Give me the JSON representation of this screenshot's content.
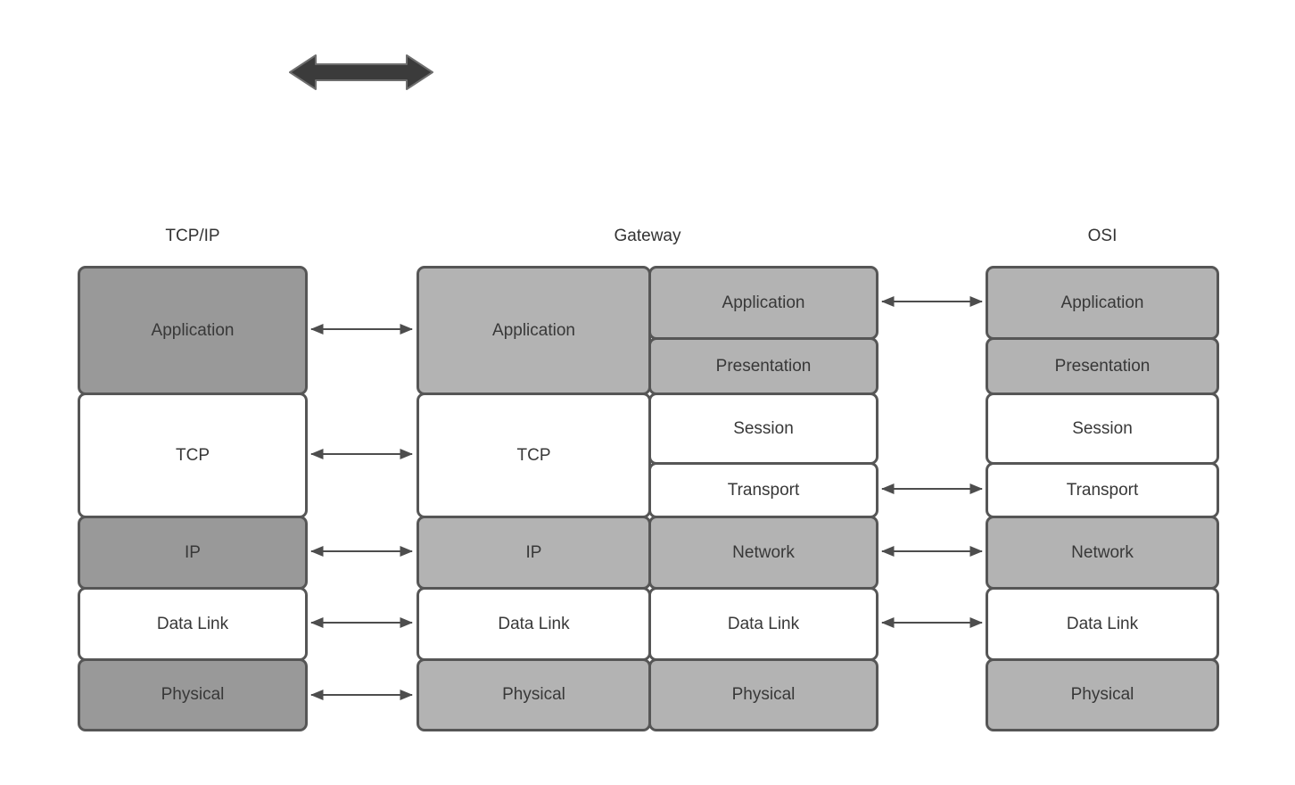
{
  "headers": {
    "tcpip": "TCP/IP",
    "gateway": "Gateway",
    "osi": "OSI"
  },
  "stacks": {
    "tcpip": [
      "Application",
      "TCP",
      "IP",
      "Data Link",
      "Physical"
    ],
    "gateway_left": [
      "Application",
      "TCP",
      "IP",
      "Data Link",
      "Physical"
    ],
    "gateway_right": [
      "Application",
      "Presentation",
      "Session",
      "Transport",
      "Network",
      "Data Link",
      "Physical"
    ],
    "osi": [
      "Application",
      "Presentation",
      "Session",
      "Transport",
      "Network",
      "Data Link",
      "Physical"
    ]
  },
  "connections": {
    "tcpip_to_gateway": [
      "Application",
      "TCP",
      "IP",
      "Data Link",
      "Physical"
    ],
    "gateway_to_osi": [
      "Application",
      "Transport",
      "Network",
      "Data Link"
    ]
  },
  "icons": {
    "top_left": "double-arrow-icon"
  },
  "colors": {
    "background": "#ffffff",
    "box_border": "#565656",
    "dark_gray_fill": "#999999",
    "light_gray_fill": "#b3b3b3",
    "white_fill": "#ffffff",
    "label_text": "#383838",
    "connector_arrow": "#4d4d4d",
    "block_arrow_fill": "#3b3b3b",
    "block_arrow_outline": "#6e6e6e"
  }
}
